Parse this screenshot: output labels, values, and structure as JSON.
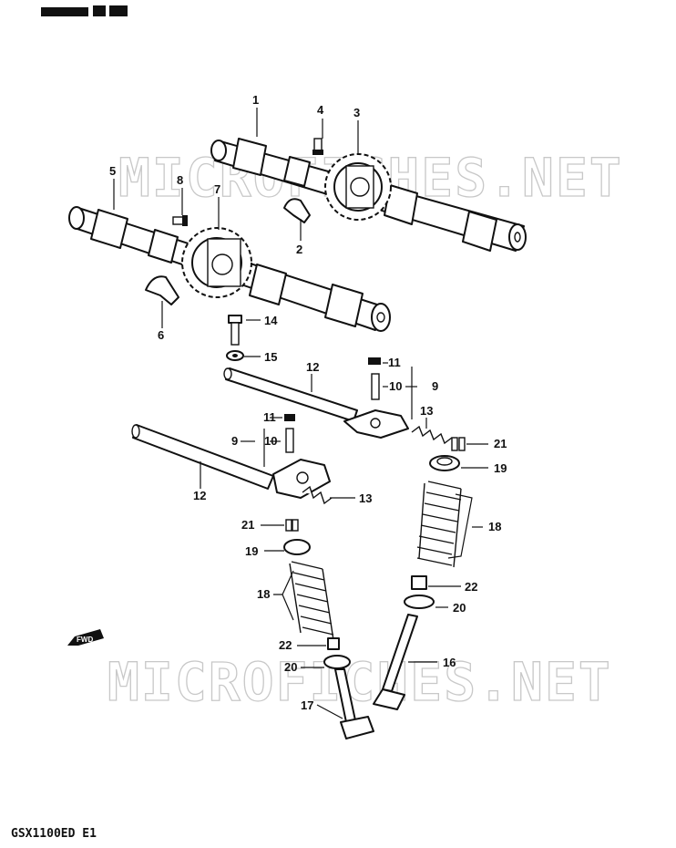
{
  "watermark_text": "MICROFICHES.NET",
  "model_code": "GSX1100ED E1",
  "forward_marker": "FWD",
  "callouts": {
    "c1": "1",
    "c2": "2",
    "c3": "3",
    "c4": "4",
    "c5": "5",
    "c6": "6",
    "c7": "7",
    "c8": "8",
    "c9a": "9",
    "c9b": "9",
    "c10a": "10",
    "c10b": "10",
    "c11a": "11",
    "c11b": "11",
    "c12a": "12",
    "c12b": "12",
    "c13a": "13",
    "c13b": "13",
    "c14": "14",
    "c15": "15",
    "c16": "16",
    "c17": "17",
    "c18a": "18",
    "c18b": "18",
    "c19a": "19",
    "c19b": "19",
    "c20a": "20",
    "c20b": "20",
    "c21a": "21",
    "c21b": "21",
    "c22a": "22",
    "c22b": "22"
  }
}
